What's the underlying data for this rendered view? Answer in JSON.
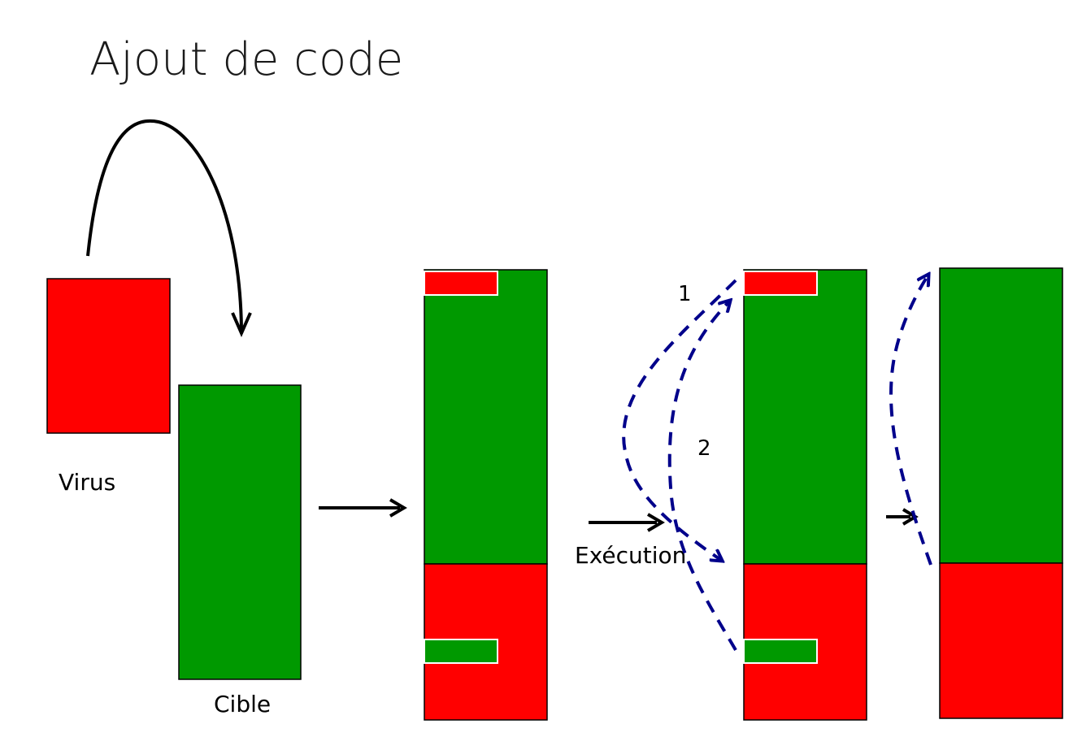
{
  "title": "Ajout de code",
  "labels": {
    "virus": "Virus",
    "target": "Cible",
    "execution": "Exécution",
    "step_1": "1",
    "step_2": "2"
  },
  "colors": {
    "virus": "#ff0000",
    "target": "#009900",
    "outline": "#000000",
    "flow_arrow": "#000000",
    "exec_path": "#00008b"
  }
}
